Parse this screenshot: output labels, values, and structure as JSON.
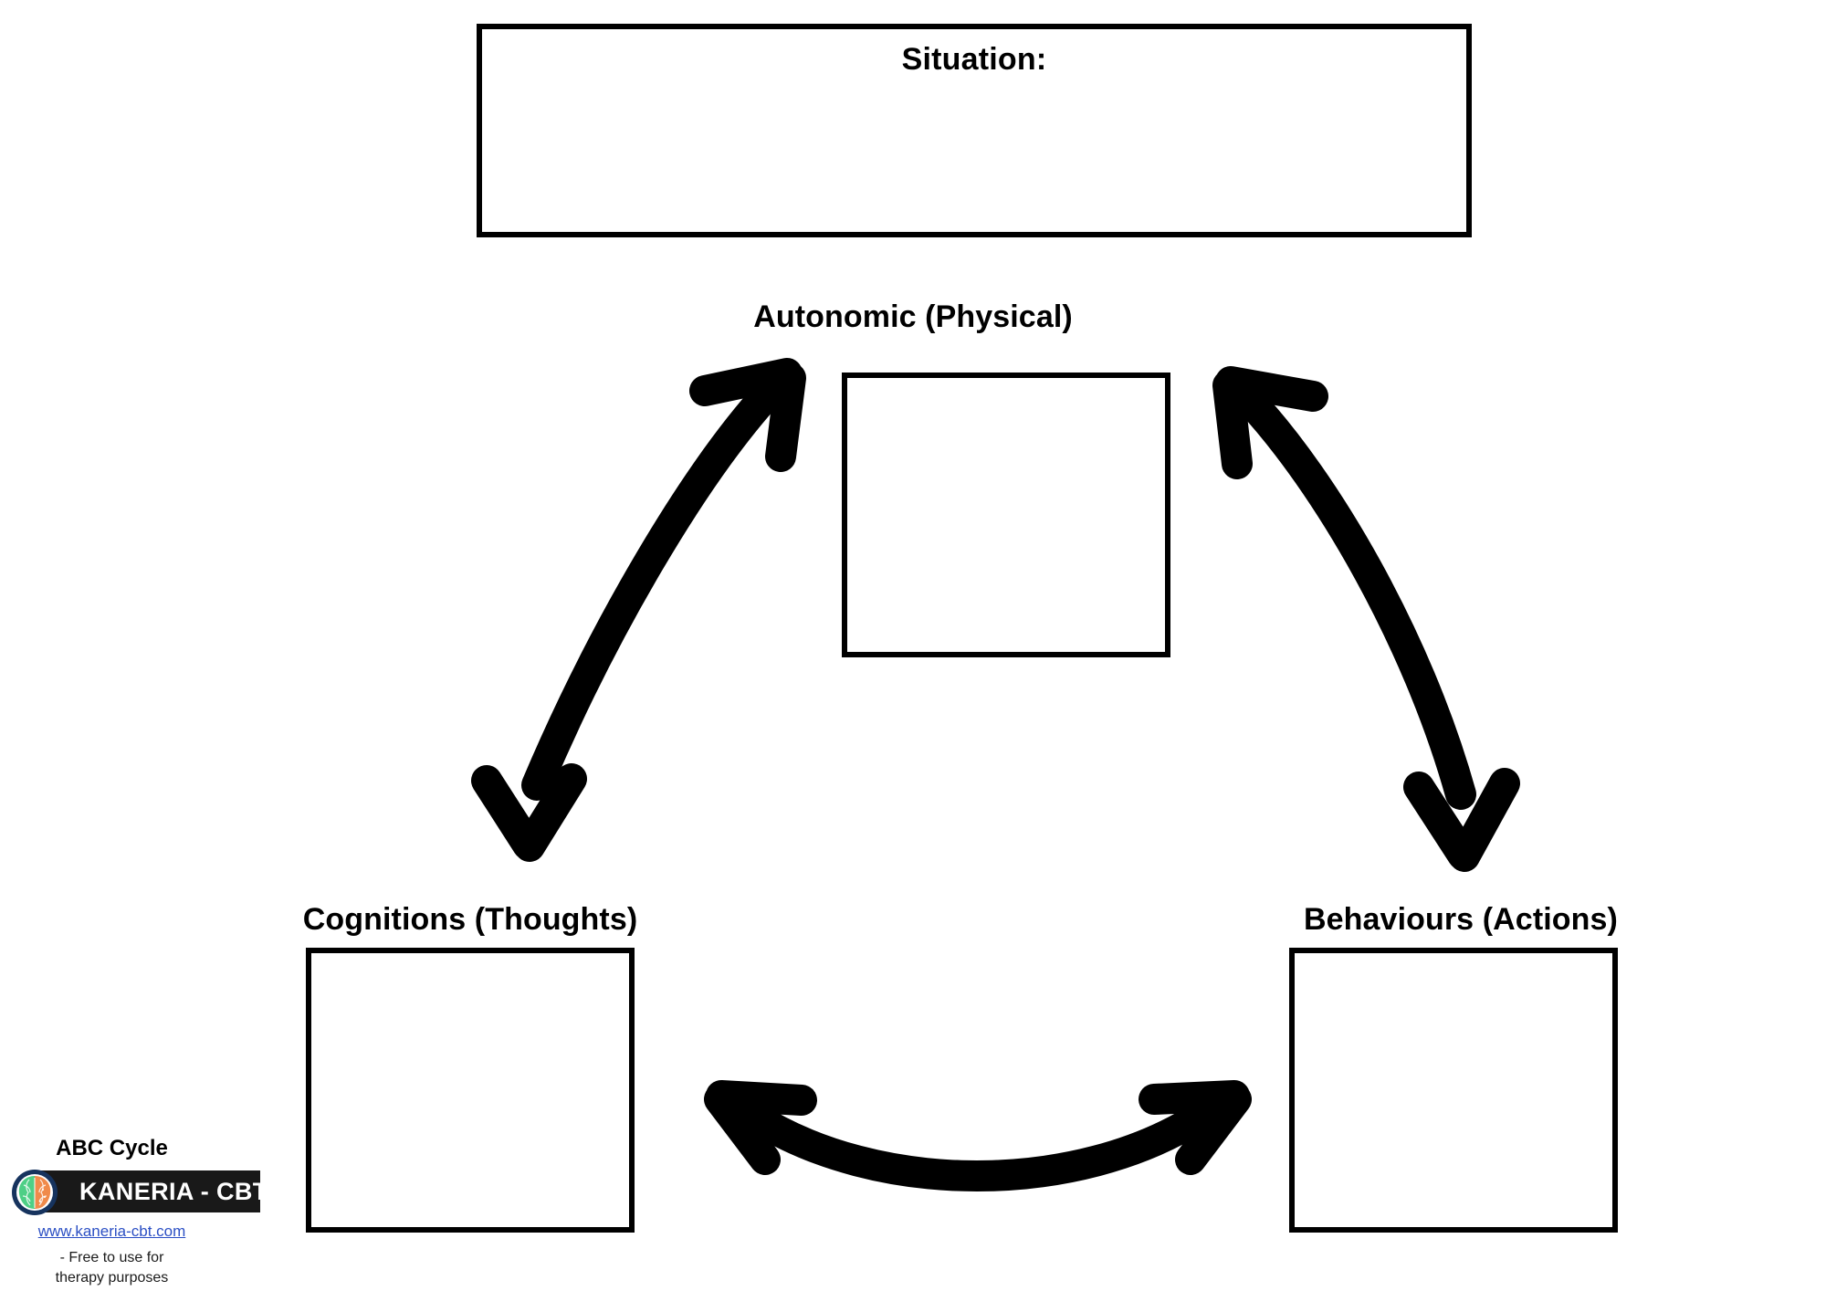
{
  "worksheet": {
    "title": "ABC Cycle",
    "situation": {
      "label": "Situation:",
      "value": ""
    },
    "nodes": [
      {
        "id": "autonomic",
        "heading": "Autonomic (Physical)",
        "value": ""
      },
      {
        "id": "cognitions",
        "heading": "Cognitions (Thoughts)",
        "value": ""
      },
      {
        "id": "behaviours",
        "heading": "Behaviours (Actions)",
        "value": ""
      }
    ],
    "connectors": [
      {
        "id": "autonomic-cognitions",
        "style": "double-headed-curved-arrow",
        "from": "Autonomic (Physical)",
        "to": "Cognitions (Thoughts)"
      },
      {
        "id": "autonomic-behaviours",
        "style": "double-headed-curved-arrow",
        "from": "Autonomic (Physical)",
        "to": "Behaviours (Actions)"
      },
      {
        "id": "cognitions-behaviours",
        "style": "double-headed-curved-arrow",
        "from": "Cognitions (Thoughts)",
        "to": "Behaviours (Actions)"
      }
    ]
  },
  "branding": {
    "wordmark": "KANERIA - CBT",
    "url": "www.kaneria-cbt.com",
    "usage_note": "- Free to use for\ntherapy purposes",
    "logo_icon": "brain-icon"
  },
  "colors": {
    "page_background": "#ffffff",
    "ink": "#000000",
    "banner_background": "#191919",
    "banner_text": "#ffffff",
    "link": "#2b4fc4",
    "brain_left": "#4ecf86",
    "brain_right": "#f08a4b",
    "brain_ring": "#16335e"
  }
}
